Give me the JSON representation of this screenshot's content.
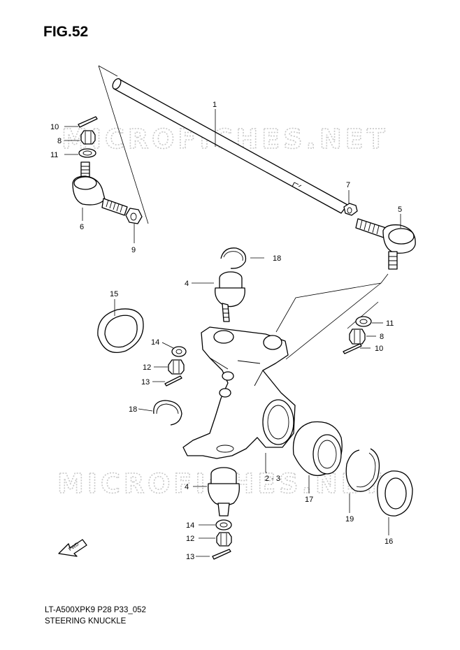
{
  "figure": {
    "title": "FIG.52"
  },
  "footer": {
    "code": "LT-A500XPK9 P28 P33_052",
    "name": "STEERING KNUCKLE"
  },
  "watermark": {
    "text": "MICROFICHES.NET"
  },
  "fwd_label": "FWD",
  "callouts": {
    "c1": "1",
    "c2": "2 - 3",
    "c4a": "4",
    "c4b": "4",
    "c5": "5",
    "c6": "6",
    "c7": "7",
    "c8a": "8",
    "c8b": "8",
    "c9": "9",
    "c10a": "10",
    "c10b": "10",
    "c11a": "11",
    "c11b": "11",
    "c12a": "12",
    "c12b": "12",
    "c13a": "13",
    "c13b": "13",
    "c14a": "14",
    "c14b": "14",
    "c15": "15",
    "c16": "16",
    "c17": "17",
    "c18a": "18",
    "c18b": "18",
    "c19": "19"
  }
}
